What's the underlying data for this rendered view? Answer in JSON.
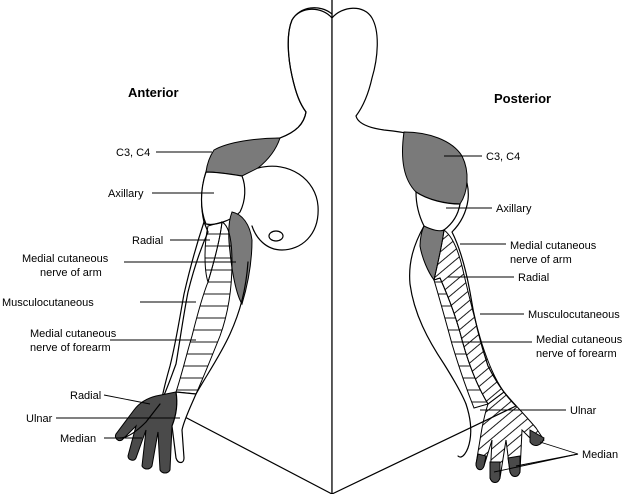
{
  "headings": {
    "anterior": "Anterior",
    "posterior": "Posterior"
  },
  "anterior_labels": {
    "c3c4": "C3, C4",
    "axillary": "Axillary",
    "radial": "Radial",
    "medial_cutaneous_arm_1": "Medial cutaneous",
    "medial_cutaneous_arm_2": "nerve of arm",
    "musculocutaneous": "Musculocutaneous",
    "medial_cutaneous_forearm_1": "Medial cutaneous",
    "medial_cutaneous_forearm_2": "nerve of forearm",
    "radial_hand": "Radial",
    "ulnar": "Ulnar",
    "median": "Median"
  },
  "posterior_labels": {
    "c3c4": "C3, C4",
    "axillary": "Axillary",
    "medial_cutaneous_arm_1": "Medial cutaneous",
    "medial_cutaneous_arm_2": "nerve of arm",
    "radial": "Radial",
    "musculocutaneous": "Musculocutaneous",
    "medial_cutaneous_forearm_1": "Medial cutaneous",
    "medial_cutaneous_forearm_2": "nerve of forearm",
    "ulnar": "Ulnar",
    "median": "Median"
  },
  "colors": {
    "grey_region": "#7a7a7a",
    "dark_region": "#4a4a4a",
    "line": "#000000"
  }
}
